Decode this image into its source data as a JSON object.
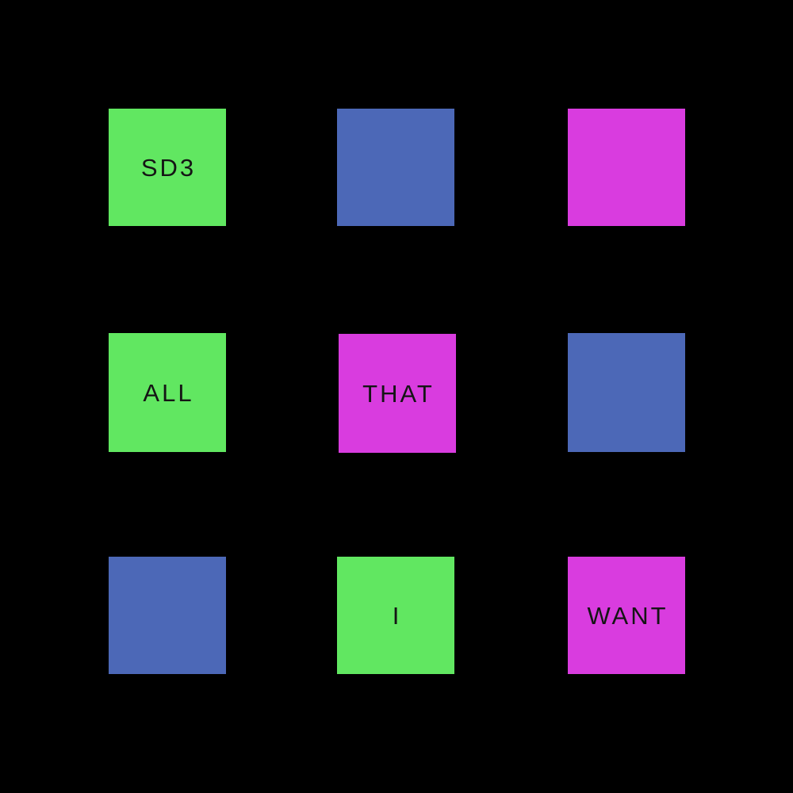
{
  "palette": {
    "green": "#61e761",
    "blue": "#4c68b7",
    "magenta": "#d93cdf",
    "background": "#000000",
    "text": "#151515"
  },
  "tiles": [
    {
      "label": "SD3",
      "color": "green"
    },
    {
      "label": "",
      "color": "blue"
    },
    {
      "label": "",
      "color": "magenta"
    },
    {
      "label": "ALL",
      "color": "green"
    },
    {
      "label": "THAT",
      "color": "magenta"
    },
    {
      "label": "",
      "color": "blue"
    },
    {
      "label": "",
      "color": "blue"
    },
    {
      "label": "I",
      "color": "green"
    },
    {
      "label": "WANT",
      "color": "magenta"
    }
  ]
}
